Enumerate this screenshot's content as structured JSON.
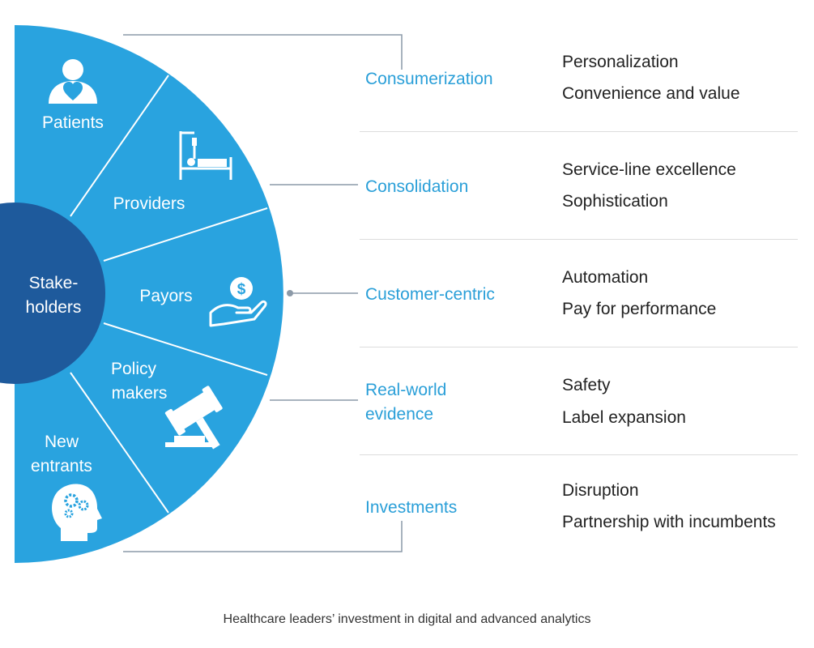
{
  "wheel": {
    "center_label_line1": "Stake-",
    "center_label_line2": "holders",
    "segments": [
      {
        "label_line1": "Patients",
        "label_line2": "",
        "icon": "patient-heart-icon"
      },
      {
        "label_line1": "Providers",
        "label_line2": "",
        "icon": "hospital-bed-icon"
      },
      {
        "label_line1": "Payors",
        "label_line2": "",
        "icon": "hand-dollar-icon"
      },
      {
        "label_line1": "Policy",
        "label_line2": "makers",
        "icon": "gavel-icon"
      },
      {
        "label_line1": "New",
        "label_line2": "entrants",
        "icon": "head-gears-icon"
      }
    ]
  },
  "trends": [
    {
      "label_line1": "Consumerization",
      "label_line2": "",
      "details": [
        "Personalization",
        "Convenience and value"
      ]
    },
    {
      "label_line1": "Consolidation",
      "label_line2": "",
      "details": [
        "Service-line excellence",
        "Sophistication"
      ]
    },
    {
      "label_line1": "Customer-centric",
      "label_line2": "",
      "details": [
        "Automation",
        "Pay for performance"
      ]
    },
    {
      "label_line1": "Real-world",
      "label_line2": "evidence",
      "details": [
        "Safety",
        "Label expansion"
      ]
    },
    {
      "label_line1": "Investments",
      "label_line2": "",
      "details": [
        "Disruption",
        "Partnership with incumbents"
      ]
    }
  ],
  "caption": "Healthcare leaders’ investment in digital and advanced analytics",
  "colors": {
    "wheel_blue": "#29a3df",
    "center_blue": "#1e5a9c",
    "trend_text": "#2a9fd8",
    "connector": "#8c9aa8",
    "divider": "#dcdcdc"
  }
}
